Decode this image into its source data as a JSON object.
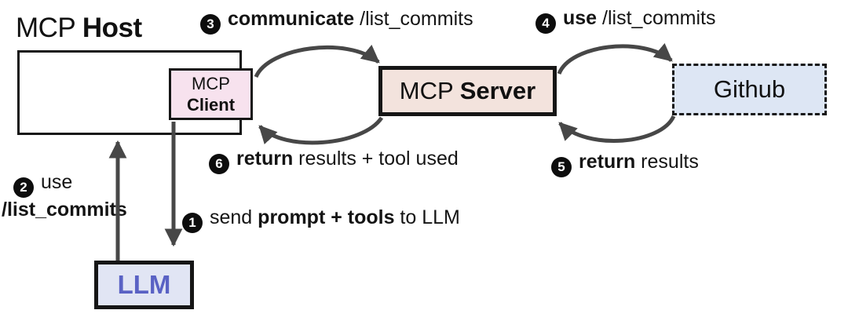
{
  "diagram": {
    "title": {
      "prefix": "MCP ",
      "bold": "Host"
    },
    "boxes": {
      "client": {
        "line1": "MCP",
        "line2": "Client"
      },
      "server": {
        "prefix": "MCP ",
        "bold": "Server"
      },
      "github": {
        "label": "Github"
      },
      "llm": {
        "label": "LLM"
      }
    },
    "steps": {
      "s1": {
        "num": "1",
        "pre": "send ",
        "bold": "prompt + tools",
        "post": " to LLM"
      },
      "s2": {
        "num": "2",
        "pre": "use",
        "bold": "/list_commits"
      },
      "s3": {
        "num": "3",
        "bold": "communicate",
        "post": " /list_commits"
      },
      "s4": {
        "num": "4",
        "bold": "use",
        "post": " /list_commits"
      },
      "s5": {
        "num": "5",
        "bold": "return",
        "post": " results"
      },
      "s6": {
        "num": "6",
        "bold": "return",
        "post": " results + tool used"
      }
    },
    "colors": {
      "client_bg": "#f7e2ee",
      "server_bg": "#f3e3dd",
      "github_bg": "#dde6f4",
      "llm_bg": "#e1e5f4",
      "llm_text": "#5a62c4",
      "box_border": "#161616",
      "arrow": "#474747",
      "badge_bg": "#0d0d0d",
      "badge_text": "#ffffff"
    }
  }
}
